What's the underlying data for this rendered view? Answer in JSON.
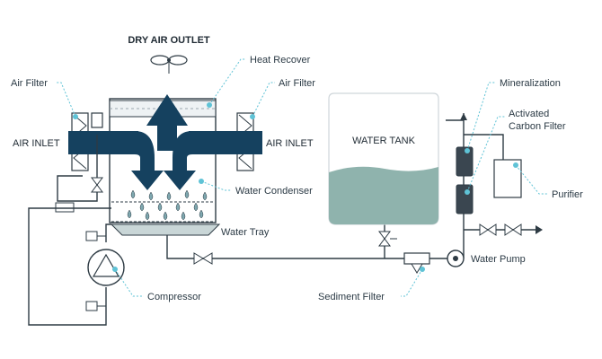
{
  "labels": {
    "dry_air_outlet": "DRY AIR OUTLET",
    "heat_recover": "Heat Recover",
    "air_filter_left": "Air Filter",
    "air_filter_right": "Air Filter",
    "air_inlet_left": "AIR INLET",
    "air_inlet_right": "AIR INLET",
    "water_condenser": "Water Condenser",
    "water_tray": "Water Tray",
    "compressor": "Compressor",
    "water_tank": "WATER TANK",
    "mineralization": "Mineralization",
    "activated_carbon_filter_line1": "Activated",
    "activated_carbon_filter_line2": "Carbon Filter",
    "purifier": "Purifier",
    "water_pump": "Water Pump",
    "sediment_filter": "Sediment Filter"
  },
  "colors": {
    "arrow": "#15415f",
    "water": "#8fb3ad",
    "callout": "#5fc3d6",
    "droplet": "#7fa8b0",
    "line": "#2e3b44"
  }
}
